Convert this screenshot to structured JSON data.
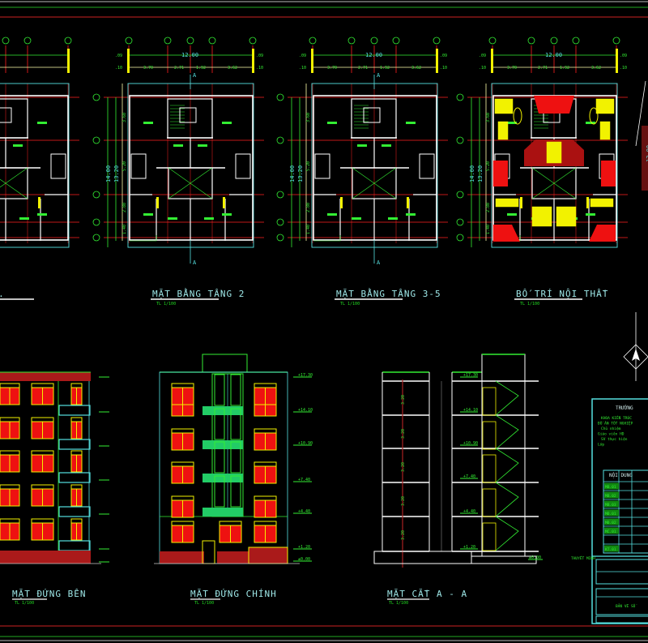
{
  "colors": {
    "background": "#000000",
    "wall": "#ffffff",
    "grid_axis": "#ff2020",
    "dimension": "#33ee33",
    "outline": "#55e0e0",
    "fill_hatch": "#ee1111",
    "furniture": "#f2f200",
    "frame_red": "#cc2222",
    "frame_green": "#22aa22"
  },
  "plans": [
    {
      "title": "...ầ..",
      "scale": "TL 1/100",
      "partial": true,
      "furnished": false
    },
    {
      "title": "MẶT BẰNG TẦNG 2",
      "scale": "TL 1/100",
      "overall_width": "12.00",
      "overall_depth": "14.00",
      "inner_depth": "13.20",
      "spans": [
        "3.70",
        "2.71",
        "1.92",
        "3.62"
      ],
      "offsets": [
        ".09",
        ".10"
      ],
      "section_mark": "A",
      "furnished": false
    },
    {
      "title": "MẶT BẰNG TẦNG 3-5",
      "scale": "TL 1/100",
      "overall_width": "12.00",
      "overall_depth": "14.00",
      "inner_depth": "13.20",
      "spans": [
        "3.70",
        "2.71",
        "1.92",
        "3.62"
      ],
      "offsets": [
        ".09",
        ".10"
      ],
      "section_mark": "A",
      "furnished": false
    },
    {
      "title": "BỐ TRÍ NỘI THẤT",
      "scale": "TL 1/100",
      "overall_width": "12.00",
      "overall_depth": "14.00",
      "inner_depth": "13.20",
      "spans": [
        "3.70",
        "2.71",
        "1.92",
        "3.62"
      ],
      "offsets": [
        ".09",
        ".10"
      ],
      "furnished": true,
      "side_dim": "12.00"
    }
  ],
  "plan_row_dims": [
    "3.60",
    "5.20",
    "2.80",
    "1.40"
  ],
  "elevations": [
    {
      "title": "MẶT ĐỨNG BÊN",
      "scale": "TL 1/100"
    },
    {
      "title": "MẶT ĐỨNG CHÍNH",
      "scale": "TL 1/100",
      "levels": [
        "+17.30",
        "+14.10",
        "+10.90",
        "+7.40",
        "+4.40",
        "+1.20",
        "±0.00"
      ]
    },
    {
      "title": "MẶT CẮT A - A",
      "scale": "TL 1/100",
      "levels": [
        "+17.30",
        "+14.10",
        "+10.90",
        "+7.40",
        "+4.40",
        "+1.20",
        "±0.00"
      ],
      "floor_height": "3.20"
    }
  ],
  "title_block": {
    "heading": "TRƯỜNG",
    "lines": [
      "KHOA KIẾN TRÚC",
      "ĐỒ ÁN TỐT NGHIỆP",
      "Chủ nhiệm",
      "Giáo viên HD",
      "SV thực hiện",
      "Lớp"
    ],
    "table_header": "NỘI DUNG",
    "rows": [
      "MB.01",
      "MB.02",
      "MB.03",
      "MĐ.01",
      "MĐ.02",
      "MC.01",
      "",
      "KT.01"
    ],
    "section_label": "THUYẾT MINH",
    "footer": "BẢN VẼ SỐ"
  }
}
